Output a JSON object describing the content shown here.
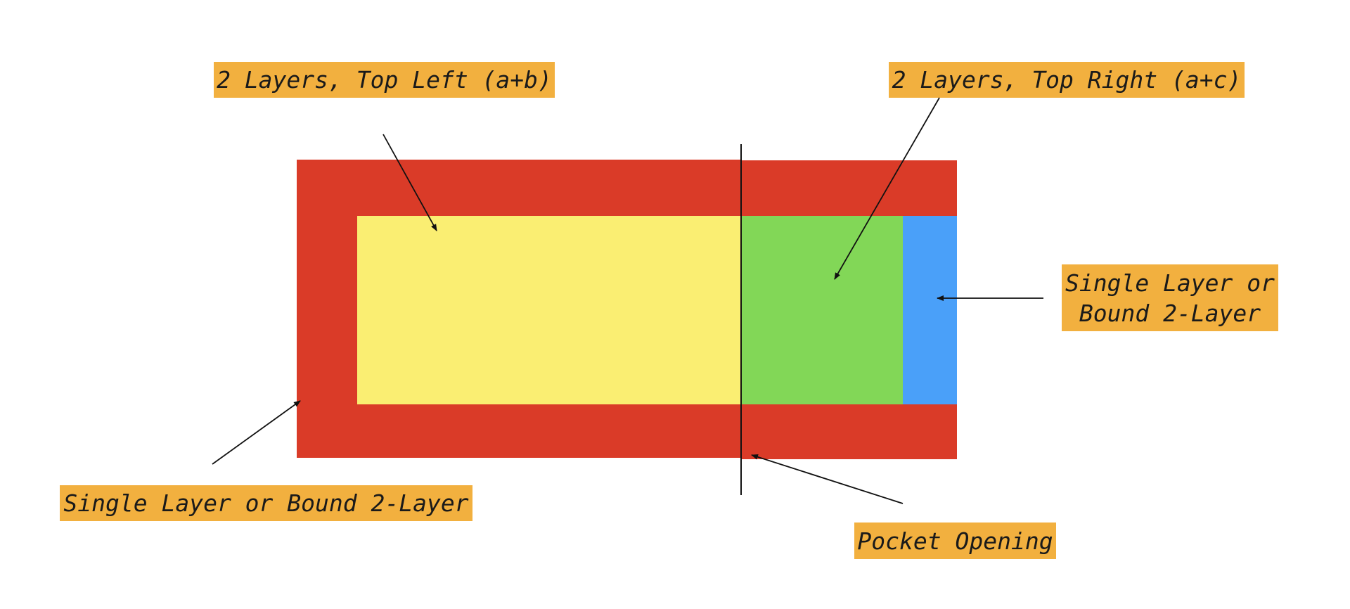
{
  "diagram": {
    "colors": {
      "frame": "#DA3B28",
      "top_left_layer": "#FAEE72",
      "top_right_layer": "#82D757",
      "binding_strip": "#4AA0F9",
      "label_background": "#F2B03F",
      "lines": "#111111"
    },
    "labels": {
      "top_left": "2 Layers, Top Left (a+b)",
      "top_right": "2 Layers, Top Right (a+c)",
      "right_edge_line1": "Single Layer or",
      "right_edge_line2": "Bound 2-Layer",
      "left_edge": "Single Layer or Bound 2-Layer",
      "pocket": "Pocket Opening"
    }
  }
}
